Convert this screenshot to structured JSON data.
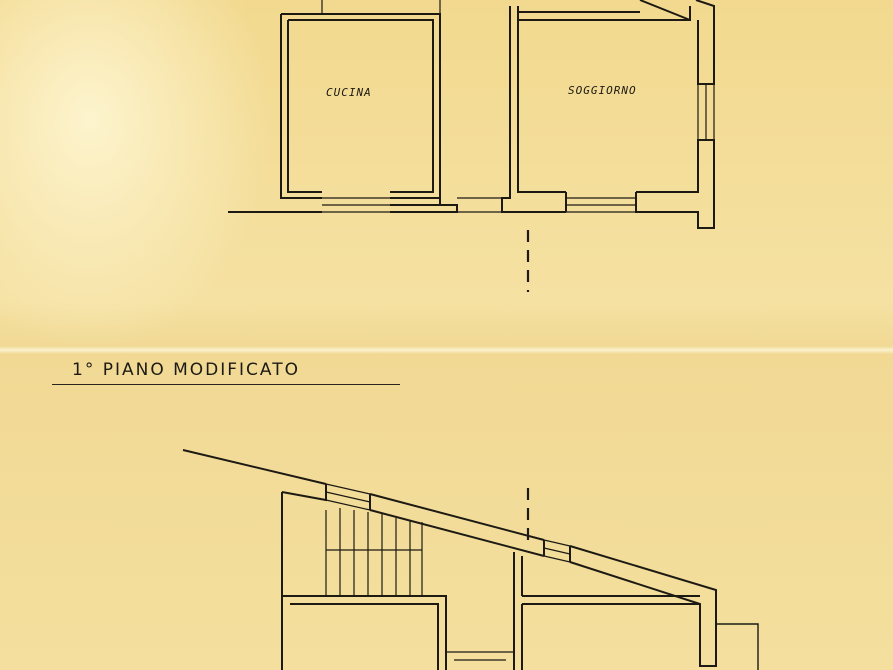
{
  "ground_floor": {
    "room_left": "CUCINA",
    "room_right": "SOGGIORNO"
  },
  "first_floor": {
    "heading": "1° PIANO  MODIFICATO"
  },
  "colors": {
    "paper": "#f3dc96",
    "ink": "#1d1a14"
  }
}
